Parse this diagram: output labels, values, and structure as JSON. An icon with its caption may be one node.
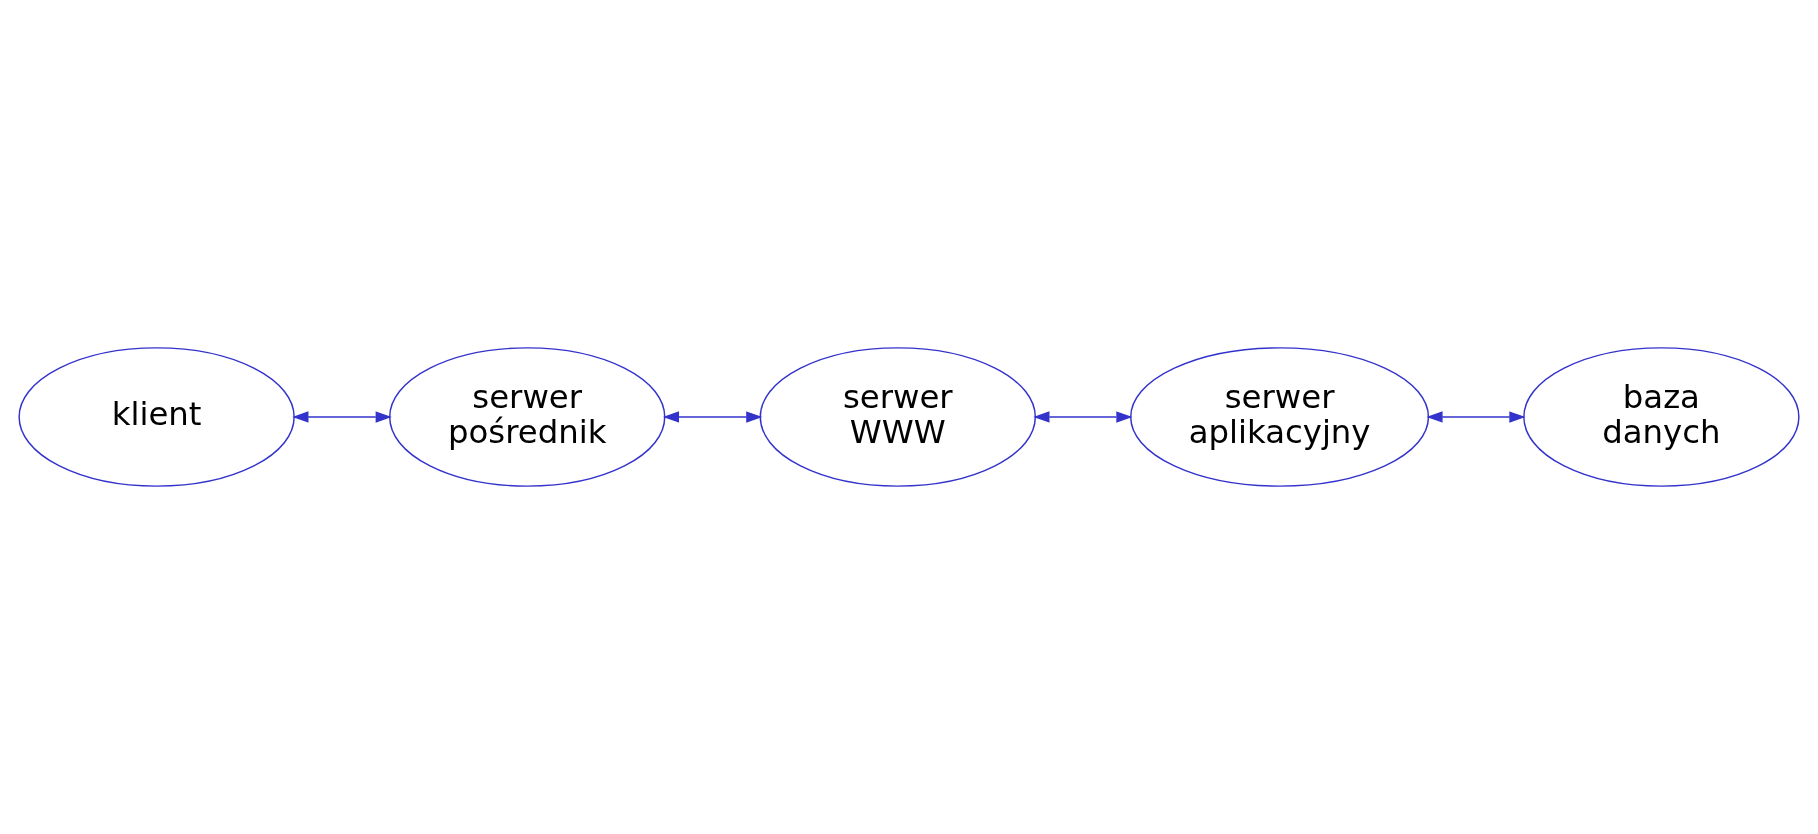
{
  "diagram": {
    "nodes": [
      {
        "text": [
          "klient"
        ]
      },
      {
        "text": [
          "serwer pośrednik"
        ]
      },
      {
        "text": [
          "serwer WWW"
        ]
      },
      {
        "text": [
          "serwer aplikacyjny"
        ]
      },
      {
        "text": [
          "baza danych"
        ]
      }
    ],
    "edges": [
      {
        "from": 0,
        "to": 1,
        "arrow": "both"
      },
      {
        "from": 1,
        "to": 2,
        "arrow": "both"
      },
      {
        "from": 2,
        "to": 3,
        "arrow": "both"
      },
      {
        "from": 3,
        "to": 4,
        "arrow": "both"
      }
    ]
  }
}
